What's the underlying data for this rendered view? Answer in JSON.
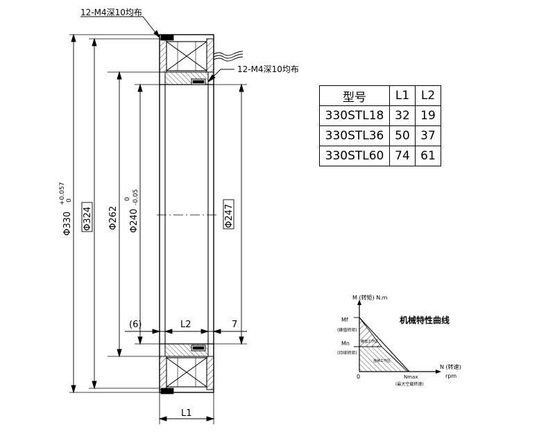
{
  "annotations": {
    "thread_top": "12-M4深10均布",
    "thread_mid": "12-M4深10均布"
  },
  "dimensions": {
    "d330": "Φ330",
    "d330_tol_upper": "+0.057",
    "d330_tol_lower": "0",
    "d324": "Φ324",
    "d262": "Φ262",
    "d240": "Φ240",
    "d240_tol_upper": "0",
    "d240_tol_lower": "-0.05",
    "d247": "Φ247",
    "gap6": "(6)",
    "l2": "L2",
    "seven": "7",
    "l1": "L1"
  },
  "spec_table": {
    "headers": [
      "型号",
      "L1",
      "L2"
    ],
    "rows": [
      [
        "330STL18",
        "32",
        "19"
      ],
      [
        "330STL36",
        "50",
        "37"
      ],
      [
        "330STL60",
        "74",
        "61"
      ]
    ]
  },
  "curve": {
    "title": "机械特性曲线",
    "y_axis": "M (转矩) N.m",
    "x_axis_n": "N (转速)",
    "x_axis_unit": "rpm",
    "mf": "Mf",
    "mf_note": "(峰值转矩)",
    "mn": "Mn",
    "mn_note": "(持续转矩)",
    "peak_zone": "峰值工作区",
    "continuous_zone": "连续工作区",
    "origin": "0",
    "nmax": "Nmax",
    "nmax_note": "(最大空载转速)"
  }
}
